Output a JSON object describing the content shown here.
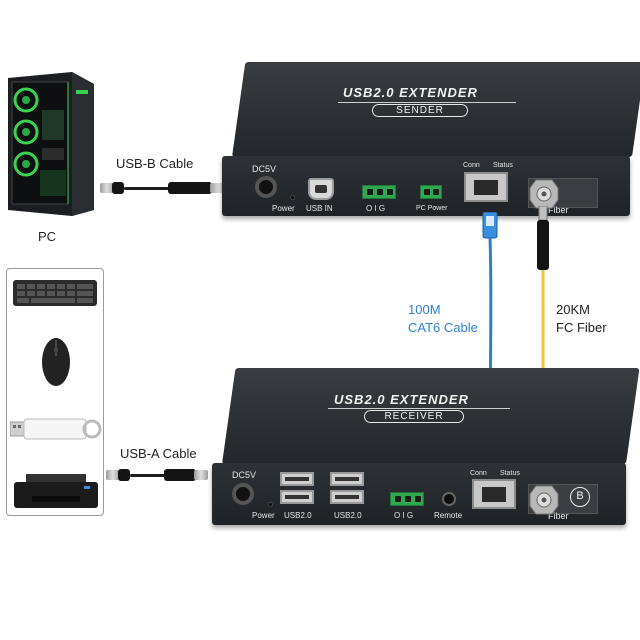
{
  "pc": {
    "label": "PC"
  },
  "cables": {
    "usb_b": "USB-B Cable",
    "usb_a": "USB-A Cable",
    "cat6_line1": "100M",
    "cat6_line2": "CAT6 Cable",
    "fiber_line1": "20KM",
    "fiber_line2": "FC Fiber"
  },
  "sender": {
    "title": "USB2.0  EXTENDER",
    "role": "SENDER",
    "ports": {
      "dc": "DC5V",
      "power": "Power",
      "usb_in": "USB IN",
      "oig": "O  I  G",
      "pc_power": "PC Power",
      "conn": "Conn",
      "status": "Status",
      "fiber": "Fiber"
    }
  },
  "receiver": {
    "title": "USB2.0  EXTENDER",
    "role": "RECEIVER",
    "badge": "B",
    "ports": {
      "dc": "DC5V",
      "power": "Power",
      "usb1": "USB2.0",
      "usb2": "USB2.0",
      "oig": "O  I  G",
      "remote": "Remote",
      "conn": "Conn",
      "status": "Status",
      "fiber": "Fiber"
    }
  },
  "colors": {
    "cat6": "#2f7fd0",
    "fiber": "#f2c23a",
    "device": "#2b2e33",
    "terminal": "#2fa84f",
    "pc_glow": "#39d353"
  },
  "icons": [
    "pc-tower-icon",
    "keyboard-icon",
    "mouse-icon",
    "usb-drive-icon",
    "printer-icon"
  ]
}
